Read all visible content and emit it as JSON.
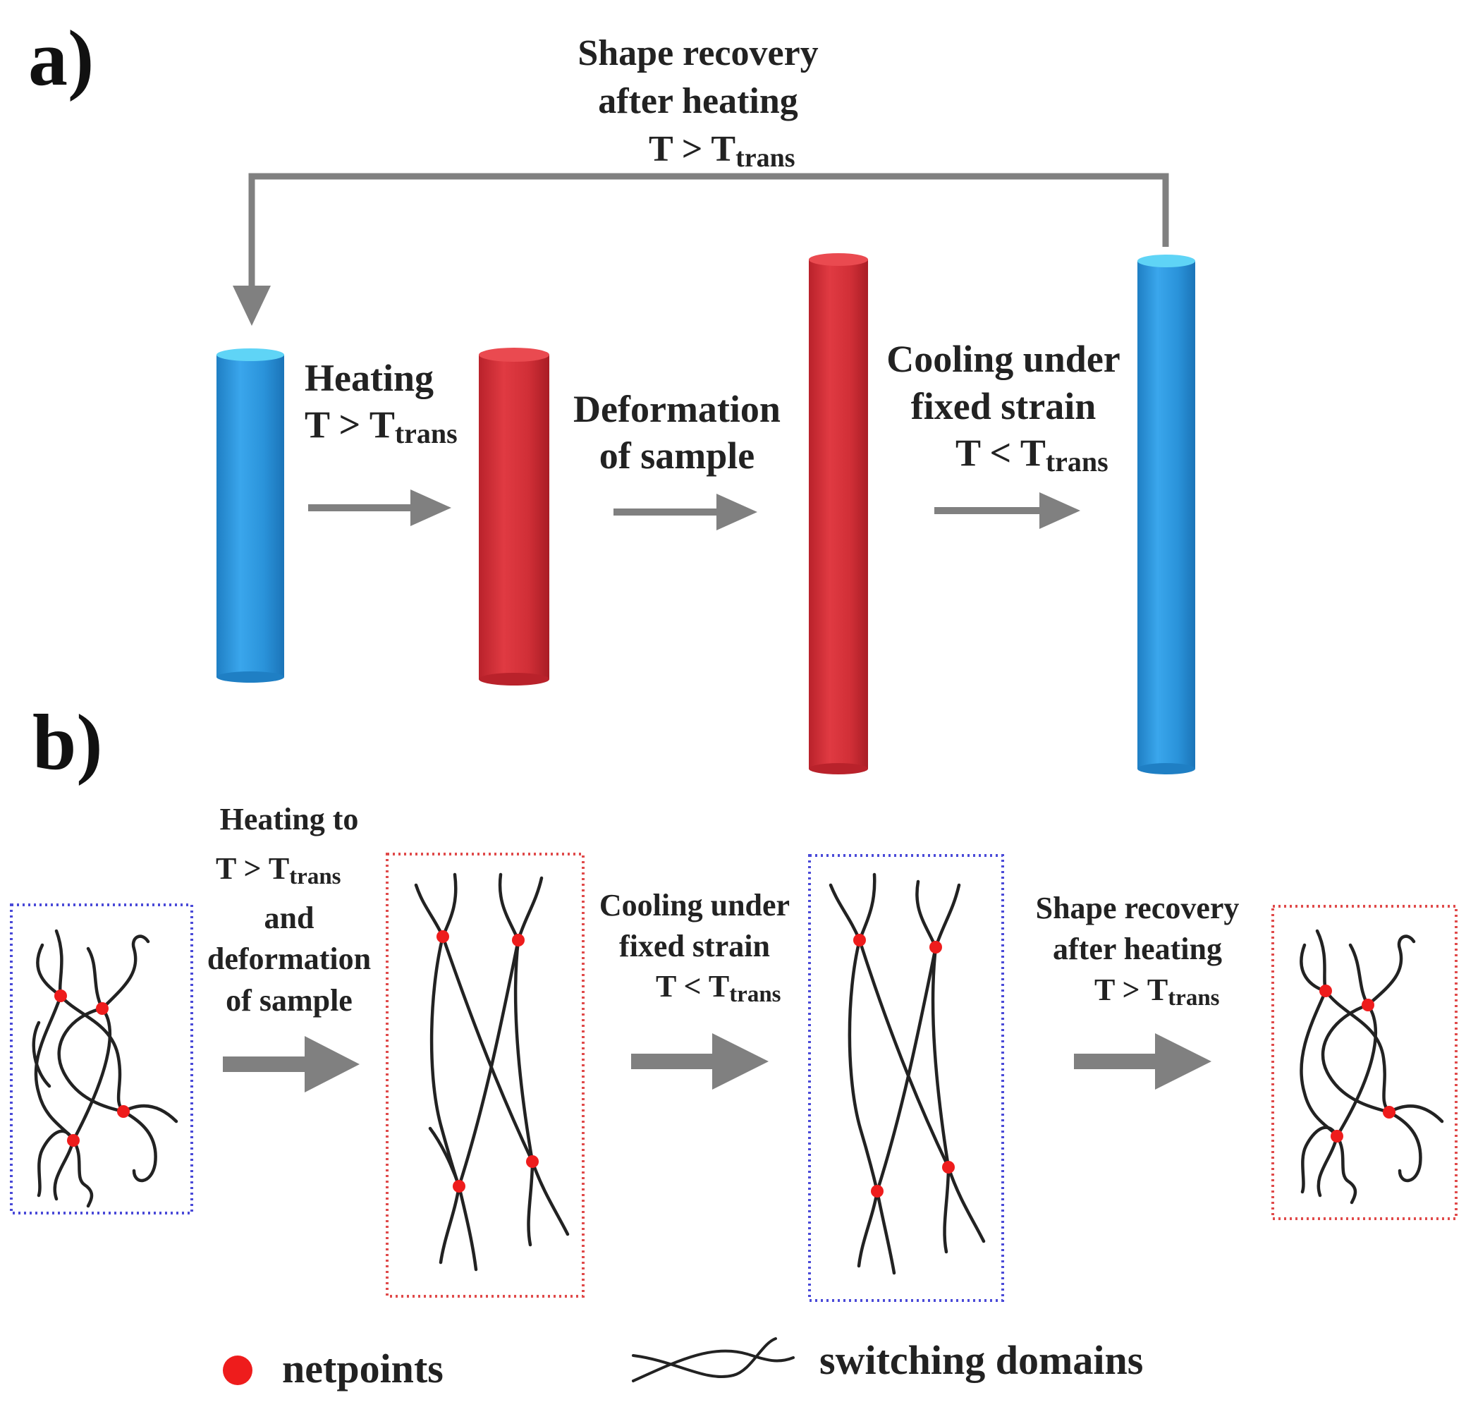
{
  "panel_a": {
    "letter": "a)",
    "recovery": {
      "line1": "Shape recovery",
      "line2": "after heating",
      "temp": "T > T",
      "sub": "trans"
    },
    "heating": {
      "line1": "Heating",
      "temp": "T > T",
      "sub": "trans"
    },
    "deformation": {
      "line1": "Deformation",
      "line2": "of sample"
    },
    "cooling": {
      "line1": "Cooling under",
      "line2": "fixed strain",
      "temp": "T < T",
      "sub": "trans"
    }
  },
  "panel_b": {
    "letter": "b)",
    "heating": {
      "line1": "Heating to",
      "temp": "T > T",
      "sub": "trans",
      "line3": "and",
      "line4": "deformation",
      "line5": "of sample"
    },
    "cooling": {
      "line1": "Cooling under",
      "line2": "fixed strain",
      "temp": "T < T",
      "sub": "trans"
    },
    "recovery": {
      "line1": "Shape recovery",
      "line2": "after heating",
      "temp": "T > T",
      "sub": "trans"
    }
  },
  "legend": {
    "netpoints": "netpoints",
    "switching": "switching domains"
  },
  "colors": {
    "blue": "#2a97dd",
    "red": "#d63038",
    "arrow": "#7f7f7f",
    "netpoint": "#ee1c1c",
    "blue_box": "#4a4ad8",
    "red_box": "#e04a4a"
  }
}
